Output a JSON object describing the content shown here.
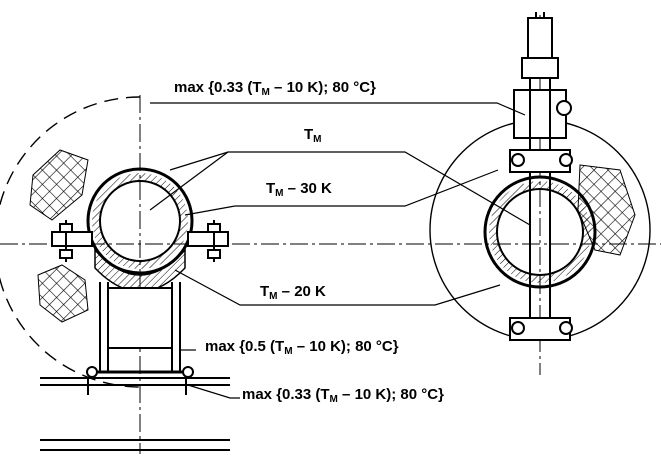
{
  "labels": {
    "top_clamp": {
      "pre": "max {0.33 (T",
      "sub": "M",
      "post": " – 10 K); 80 °C}"
    },
    "pipe_center": {
      "pre": "T",
      "sub": "M",
      "post": ""
    },
    "pipe_wall": {
      "pre": "T",
      "sub": "M",
      "post": " – 30 K"
    },
    "shoe": {
      "pre": "T",
      "sub": "M",
      "post": " – 20 K"
    },
    "support_upper": {
      "pre": "max {0.5 (T",
      "sub": "M",
      "post": " – 10 K); 80 °C}"
    },
    "support_base": {
      "pre": "max {0.33 (T",
      "sub": "M",
      "post": " – 10 K); 80 °C}"
    }
  },
  "colors": {
    "ink": "#000000",
    "background": "#ffffff"
  }
}
